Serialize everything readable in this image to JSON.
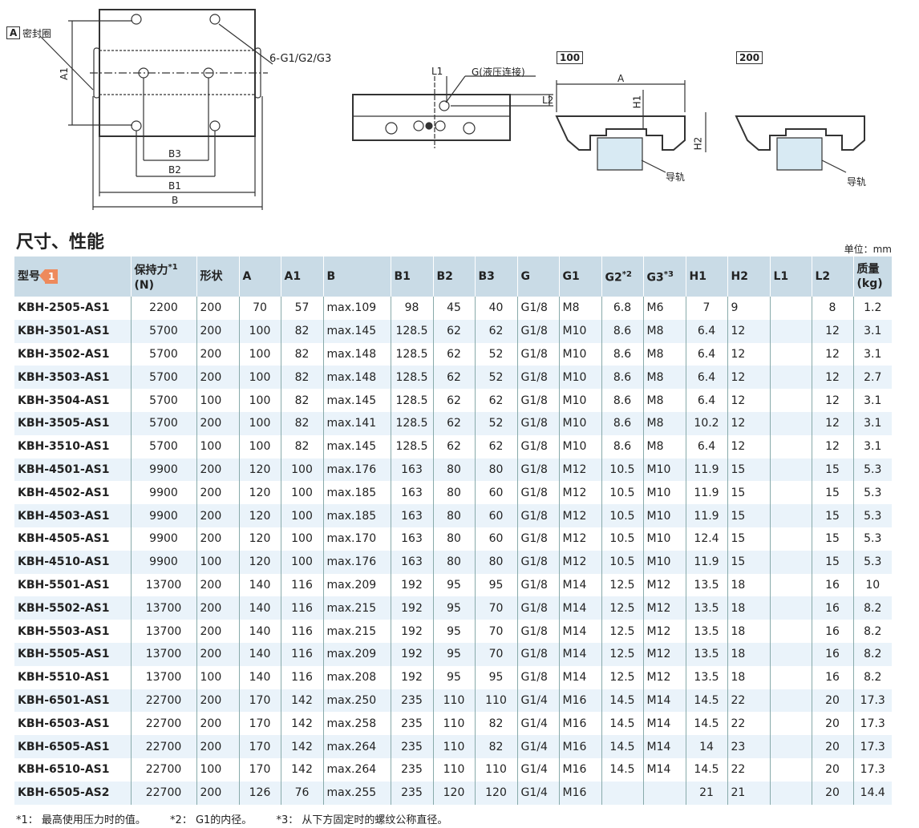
{
  "diagrams": {
    "seal_box": "A",
    "seal_label": "密封圈",
    "holes_label": "6-G1/G2/G3",
    "a1": "A1",
    "b3": "B3",
    "b2": "B2",
    "b1": "B1",
    "b": "B",
    "l1": "L1",
    "l2": "L2",
    "g_label": "G(液压连接)",
    "v100": "100",
    "v200": "200",
    "a": "A",
    "h1": "H1",
    "h2": "H2",
    "rail1": "导轨",
    "rail2": "导轨"
  },
  "title": "尺寸、性能",
  "unit": "单位：mm",
  "header": {
    "model": "型号",
    "badge": "1",
    "hold": "保持力",
    "hold_sup": "*1",
    "hold_unit": "(N)",
    "shape": "形状",
    "cols": [
      "A",
      "A1",
      "B",
      "B1",
      "B2",
      "B3",
      "G",
      "G1"
    ],
    "g2": "G2",
    "g2_sup": "*2",
    "g3": "G3",
    "g3_sup": "*3",
    "cols2": [
      "H1",
      "H2",
      "L1",
      "L2"
    ],
    "mass": "质量",
    "mass_unit": "(kg)"
  },
  "rows": [
    [
      "KBH-2505-AS1",
      "2200",
      "200",
      "70",
      "57",
      "max.109",
      "98",
      "45",
      "40",
      "G1/8",
      "M8",
      "6.8",
      "M6",
      "7",
      "9",
      "",
      "8",
      "1.2"
    ],
    [
      "KBH-3501-AS1",
      "5700",
      "200",
      "100",
      "82",
      "max.145",
      "128.5",
      "62",
      "62",
      "G1/8",
      "M10",
      "8.6",
      "M8",
      "6.4",
      "12",
      "",
      "12",
      "3.1"
    ],
    [
      "KBH-3502-AS1",
      "5700",
      "200",
      "100",
      "82",
      "max.148",
      "128.5",
      "62",
      "52",
      "G1/8",
      "M10",
      "8.6",
      "M8",
      "6.4",
      "12",
      "",
      "12",
      "3.1"
    ],
    [
      "KBH-3503-AS1",
      "5700",
      "200",
      "100",
      "82",
      "max.148",
      "128.5",
      "62",
      "52",
      "G1/8",
      "M10",
      "8.6",
      "M8",
      "6.4",
      "12",
      "",
      "12",
      "2.7"
    ],
    [
      "KBH-3504-AS1",
      "5700",
      "100",
      "100",
      "82",
      "max.145",
      "128.5",
      "62",
      "62",
      "G1/8",
      "M10",
      "8.6",
      "M8",
      "6.4",
      "12",
      "",
      "12",
      "3.1"
    ],
    [
      "KBH-3505-AS1",
      "5700",
      "200",
      "100",
      "82",
      "max.141",
      "128.5",
      "62",
      "52",
      "G1/8",
      "M10",
      "8.6",
      "M8",
      "10.2",
      "12",
      "",
      "12",
      "3.1"
    ],
    [
      "KBH-3510-AS1",
      "5700",
      "100",
      "100",
      "82",
      "max.145",
      "128.5",
      "62",
      "62",
      "G1/8",
      "M10",
      "8.6",
      "M8",
      "6.4",
      "12",
      "",
      "12",
      "3.1"
    ],
    [
      "KBH-4501-AS1",
      "9900",
      "200",
      "120",
      "100",
      "max.176",
      "163",
      "80",
      "80",
      "G1/8",
      "M12",
      "10.5",
      "M10",
      "11.9",
      "15",
      "",
      "15",
      "5.3"
    ],
    [
      "KBH-4502-AS1",
      "9900",
      "200",
      "120",
      "100",
      "max.185",
      "163",
      "80",
      "60",
      "G1/8",
      "M12",
      "10.5",
      "M10",
      "11.9",
      "15",
      "",
      "15",
      "5.3"
    ],
    [
      "KBH-4503-AS1",
      "9900",
      "200",
      "120",
      "100",
      "max.185",
      "163",
      "80",
      "60",
      "G1/8",
      "M12",
      "10.5",
      "M10",
      "11.9",
      "15",
      "",
      "15",
      "5.3"
    ],
    [
      "KBH-4505-AS1",
      "9900",
      "200",
      "120",
      "100",
      "max.170",
      "163",
      "80",
      "60",
      "G1/8",
      "M12",
      "10.5",
      "M10",
      "12.4",
      "15",
      "",
      "15",
      "5.3"
    ],
    [
      "KBH-4510-AS1",
      "9900",
      "100",
      "120",
      "100",
      "max.176",
      "163",
      "80",
      "80",
      "G1/8",
      "M12",
      "10.5",
      "M10",
      "11.9",
      "15",
      "",
      "15",
      "5.3"
    ],
    [
      "KBH-5501-AS1",
      "13700",
      "200",
      "140",
      "116",
      "max.209",
      "192",
      "95",
      "95",
      "G1/8",
      "M14",
      "12.5",
      "M12",
      "13.5",
      "18",
      "",
      "16",
      "10"
    ],
    [
      "KBH-5502-AS1",
      "13700",
      "200",
      "140",
      "116",
      "max.215",
      "192",
      "95",
      "70",
      "G1/8",
      "M14",
      "12.5",
      "M12",
      "13.5",
      "18",
      "",
      "16",
      "8.2"
    ],
    [
      "KBH-5503-AS1",
      "13700",
      "200",
      "140",
      "116",
      "max.215",
      "192",
      "95",
      "70",
      "G1/8",
      "M14",
      "12.5",
      "M12",
      "13.5",
      "18",
      "",
      "16",
      "8.2"
    ],
    [
      "KBH-5505-AS1",
      "13700",
      "200",
      "140",
      "116",
      "max.209",
      "192",
      "95",
      "70",
      "G1/8",
      "M14",
      "12.5",
      "M12",
      "13.5",
      "18",
      "",
      "16",
      "8.2"
    ],
    [
      "KBH-5510-AS1",
      "13700",
      "100",
      "140",
      "116",
      "max.208",
      "192",
      "95",
      "95",
      "G1/8",
      "M14",
      "12.5",
      "M12",
      "13.5",
      "18",
      "",
      "16",
      "8.2"
    ],
    [
      "KBH-6501-AS1",
      "22700",
      "200",
      "170",
      "142",
      "max.250",
      "235",
      "110",
      "110",
      "G1/4",
      "M16",
      "14.5",
      "M14",
      "14.5",
      "22",
      "",
      "20",
      "17.3"
    ],
    [
      "KBH-6503-AS1",
      "22700",
      "200",
      "170",
      "142",
      "max.258",
      "235",
      "110",
      "82",
      "G1/4",
      "M16",
      "14.5",
      "M14",
      "14.5",
      "22",
      "",
      "20",
      "17.3"
    ],
    [
      "KBH-6505-AS1",
      "22700",
      "200",
      "170",
      "142",
      "max.264",
      "235",
      "110",
      "82",
      "G1/4",
      "M16",
      "14.5",
      "M14",
      "14",
      "23",
      "",
      "20",
      "17.3"
    ],
    [
      "KBH-6510-AS1",
      "22700",
      "100",
      "170",
      "142",
      "max.264",
      "235",
      "110",
      "110",
      "G1/4",
      "M16",
      "14.5",
      "M14",
      "14.5",
      "22",
      "",
      "20",
      "17.3"
    ],
    [
      "KBH-6505-AS2",
      "22700",
      "200",
      "126",
      "76",
      "max.255",
      "235",
      "120",
      "120",
      "G1/4",
      "M16",
      "",
      "",
      "21",
      "21",
      "",
      "20",
      "14.4"
    ]
  ],
  "notes": [
    "*1： 最高使用压力时的值。",
    "*2： G1的内径。",
    "*3： 从下方固定时的螺纹公称直径。"
  ]
}
